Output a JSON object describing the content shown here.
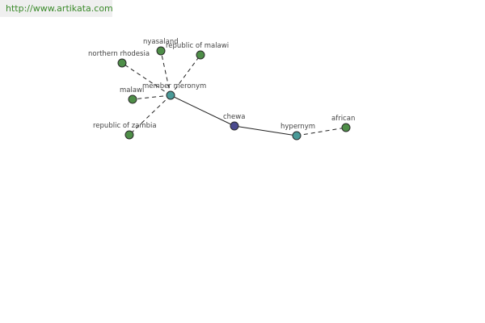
{
  "header": {
    "url": "http://www.artikata.com"
  },
  "graph": {
    "colors": {
      "leaf": "#4e8e48",
      "relation": "#4a9a98",
      "center": "#4a4a8e"
    },
    "nodes": [
      {
        "id": "n-nyasaland",
        "label": "nyasaland",
        "kind": "leaf"
      },
      {
        "id": "n-republic-of-malawi",
        "label": "republic of malawi",
        "kind": "leaf"
      },
      {
        "id": "n-northern-rhodesia",
        "label": "northern rhodesia",
        "kind": "leaf"
      },
      {
        "id": "n-malawi",
        "label": "malawi",
        "kind": "leaf"
      },
      {
        "id": "n-member-meronym",
        "label": "member meronym",
        "kind": "relation"
      },
      {
        "id": "n-republic-of-zambia",
        "label": "republic of zambia",
        "kind": "leaf"
      },
      {
        "id": "n-chewa",
        "label": "chewa",
        "kind": "center"
      },
      {
        "id": "n-hypernym",
        "label": "hypernym",
        "kind": "relation"
      },
      {
        "id": "n-african",
        "label": "african",
        "kind": "leaf"
      }
    ],
    "edges": [
      {
        "from": "n-member-meronym",
        "to": "n-nyasaland",
        "style": "dashed"
      },
      {
        "from": "n-member-meronym",
        "to": "n-republic-of-malawi",
        "style": "dashed"
      },
      {
        "from": "n-member-meronym",
        "to": "n-northern-rhodesia",
        "style": "dashed"
      },
      {
        "from": "n-member-meronym",
        "to": "n-malawi",
        "style": "dashed"
      },
      {
        "from": "n-member-meronym",
        "to": "n-republic-of-zambia",
        "style": "dashed"
      },
      {
        "from": "n-member-meronym",
        "to": "n-chewa",
        "style": "solid"
      },
      {
        "from": "n-chewa",
        "to": "n-hypernym",
        "style": "solid"
      },
      {
        "from": "n-hypernym",
        "to": "n-african",
        "style": "dashed"
      }
    ]
  }
}
